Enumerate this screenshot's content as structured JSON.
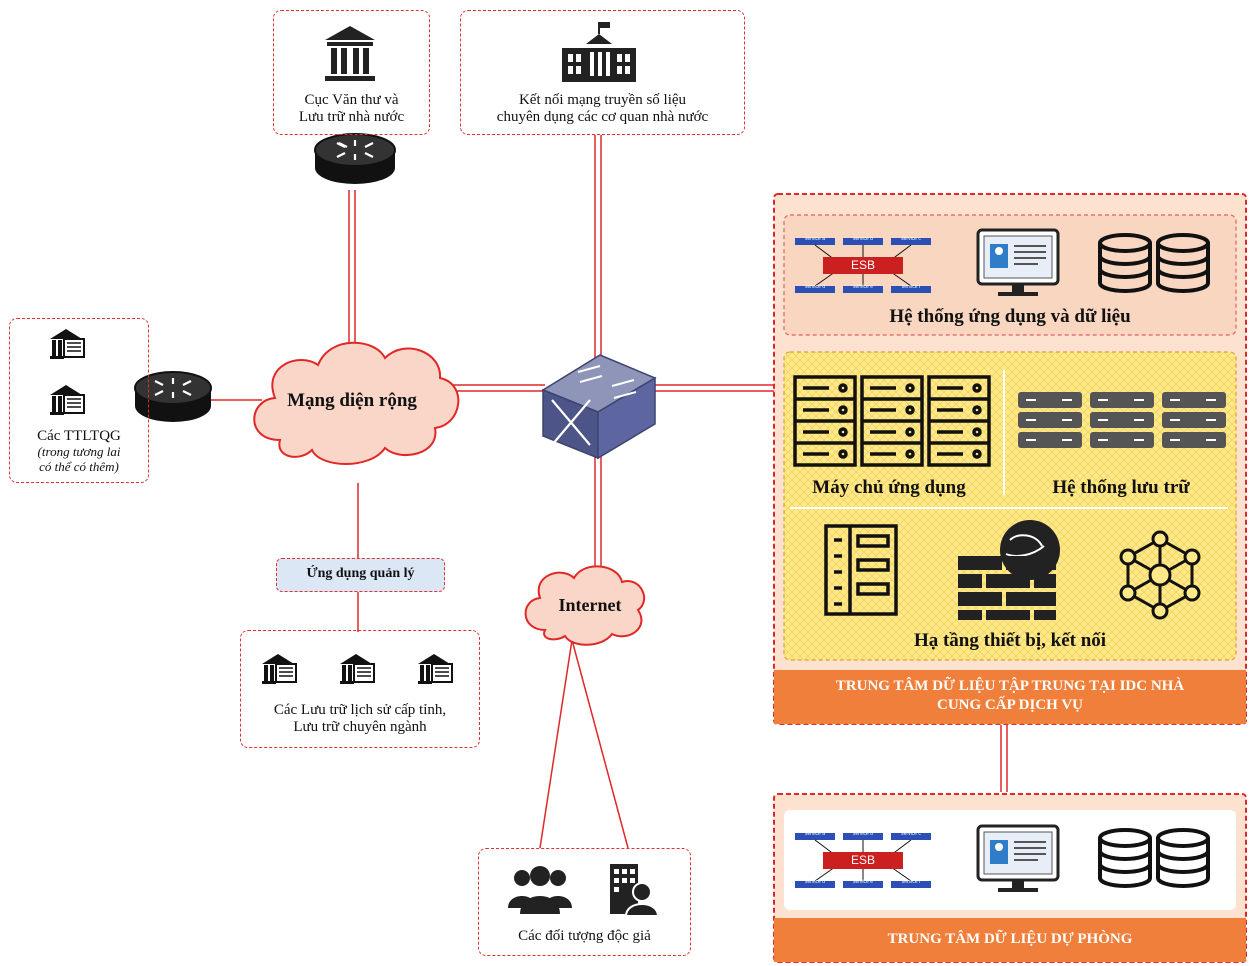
{
  "nodes": {
    "archives_dept": {
      "label_1": "Cục Văn thư và",
      "label_2": "Lưu trữ nhà nước"
    },
    "gov_network": {
      "label_1": "Kết nối mạng truyền số liệu",
      "label_2": "chuyên dụng các cơ quan nhà nước"
    },
    "ttltqg": {
      "label": "Các TTLTQG",
      "note_1": "(trong tương lai",
      "note_2": "có thể có thêm)"
    },
    "wan": {
      "label": "Mạng diện rộng"
    },
    "management_app": {
      "label": "Ứng dụng quản lý"
    },
    "provincial_archives": {
      "label_1": "Các Lưu trữ lịch sử cấp tỉnh,",
      "label_2": "Lưu trữ chuyên ngành"
    },
    "internet": {
      "label": "Internet"
    },
    "readers": {
      "label": "Các đối tượng độc giả"
    }
  },
  "main_dc": {
    "apps_panel": {
      "label": "Hệ thống ứng dụng và dữ liệu"
    },
    "app_servers": {
      "label": "Máy chủ ứng dụng"
    },
    "storage": {
      "label": "Hệ thống lưu trữ"
    },
    "infrastructure": {
      "label": "Hạ tầng thiết bị, kết nối"
    },
    "footer_1": "TRUNG TÂM DỮ LIỆU TẬP TRUNG TẠI IDC NHÀ",
    "footer_2": "CUNG CẤP DỊCH VỤ"
  },
  "backup_dc": {
    "footer": "TRUNG TÂM DỮ LIỆU DỰ PHÒNG"
  },
  "esb": {
    "label": "ESB",
    "services": [
      "service a",
      "service b",
      "service c",
      "service d",
      "service e",
      "service f"
    ]
  },
  "colors": {
    "link": "#e02828",
    "accent": "#ef7f3a",
    "panel": "#fde3cf",
    "grid": "#fde98a",
    "esb": "#cc1f1f"
  },
  "icons": [
    "bank-icon",
    "government-building-icon",
    "router-icon",
    "switch-icon",
    "cloud-icon",
    "library-icon",
    "esb-icon",
    "monitor-icon",
    "database-icon",
    "server-rack-icon",
    "storage-array-icon",
    "firewall-icon",
    "network-nodes-icon",
    "users-group-icon",
    "office-person-icon"
  ]
}
